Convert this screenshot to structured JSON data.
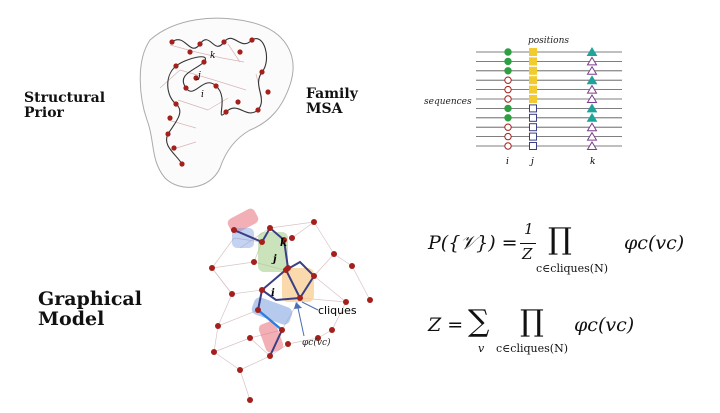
{
  "labels": {
    "structural_prior": [
      "Structural",
      "Prior"
    ],
    "family_msa": [
      "Family",
      "MSA"
    ],
    "graphical_model": [
      "Graphical",
      "Model"
    ],
    "positions": "positions",
    "sequences": "sequences",
    "cliques": "cliques",
    "phi_vc": "φc(vc)",
    "res_i": "i",
    "res_j": "j",
    "res_k": "k"
  },
  "equations": {
    "eq1_lhs": "P({𝒱}) =",
    "eq1_num": "1",
    "eq1_den": "Z",
    "eq1_prod": "∏",
    "eq1_sub": "c∈cliques(N)",
    "eq1_rhs": "φc(vc)",
    "eq2_lhs": "Z =",
    "eq2_sum": "∑",
    "eq2_sum_sub": "v",
    "eq2_prod": "∏",
    "eq2_sub": "c∈cliques(N)",
    "eq2_rhs": "φc(vc)"
  },
  "msa": {
    "column_i": [
      "circle-filled",
      "circle-filled",
      "circle-filled",
      "circle-open",
      "circle-open",
      "circle-open",
      "circle-filled",
      "circle-filled",
      "circle-open",
      "circle-open",
      "circle-open"
    ],
    "column_j": [
      "square-filled",
      "square-filled",
      "square-filled",
      "square-filled",
      "square-filled",
      "square-filled",
      "square-open",
      "square-open",
      "square-open",
      "square-open",
      "square-open"
    ],
    "column_k": [
      "triangle-filled",
      "triangle-open",
      "triangle-open",
      "triangle-filled",
      "triangle-open",
      "triangle-open",
      "triangle-filled",
      "triangle-filled",
      "triangle-open",
      "triangle-open",
      "triangle-open"
    ]
  },
  "colors": {
    "residue": "#a3201c",
    "green": "#2ea043",
    "yellow": "#f2cc2f",
    "teal": "#1fa39a",
    "purple": "#7a3d8c",
    "navy": "#3a3f84",
    "clique_green": "#a9d18e",
    "clique_orange": "#f8cb8a",
    "clique_red": "#e8707a",
    "clique_blue": "#7a9ee0"
  }
}
